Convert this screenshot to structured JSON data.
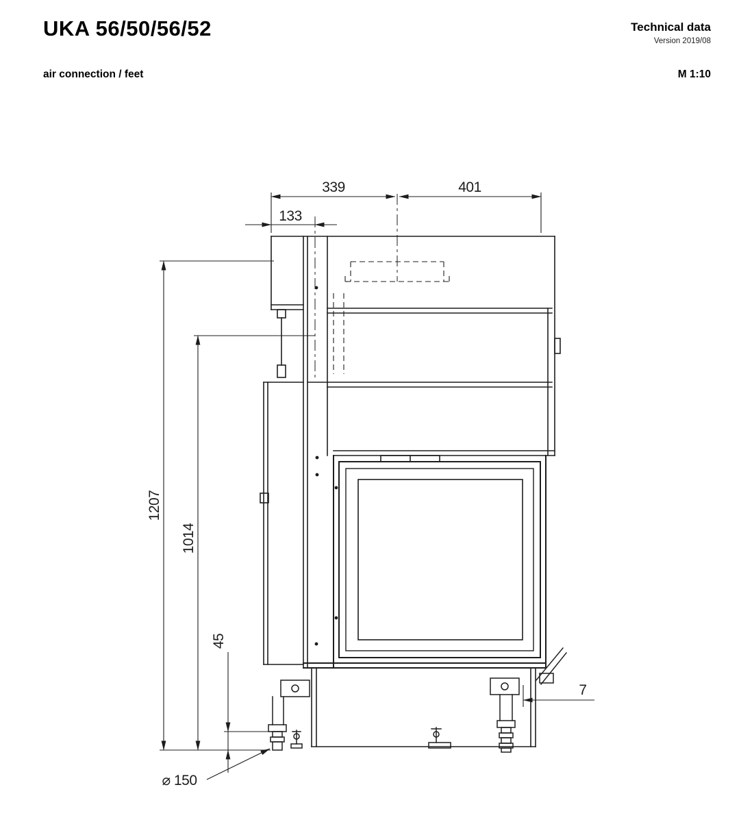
{
  "header": {
    "title": "UKA 56/50/56/52",
    "doc_type": "Technical data",
    "version": "Version 2019/08",
    "subtitle": "air connection / feet",
    "scale": "M 1:10"
  },
  "drawing": {
    "description": "Side elevation technical drawing of fireplace insert UKA 56/50/56/52 showing air connection and adjustable feet",
    "line_color": "#1d1d1b",
    "background": "#ffffff",
    "dimensions": {
      "width_left": "339",
      "width_right": "401",
      "air_duct_offset": "133",
      "overall_height": "1207",
      "air_connection_height": "1014",
      "foot_adjust": "45",
      "rear_offset": "7",
      "air_diameter": "⌀ 150"
    }
  }
}
